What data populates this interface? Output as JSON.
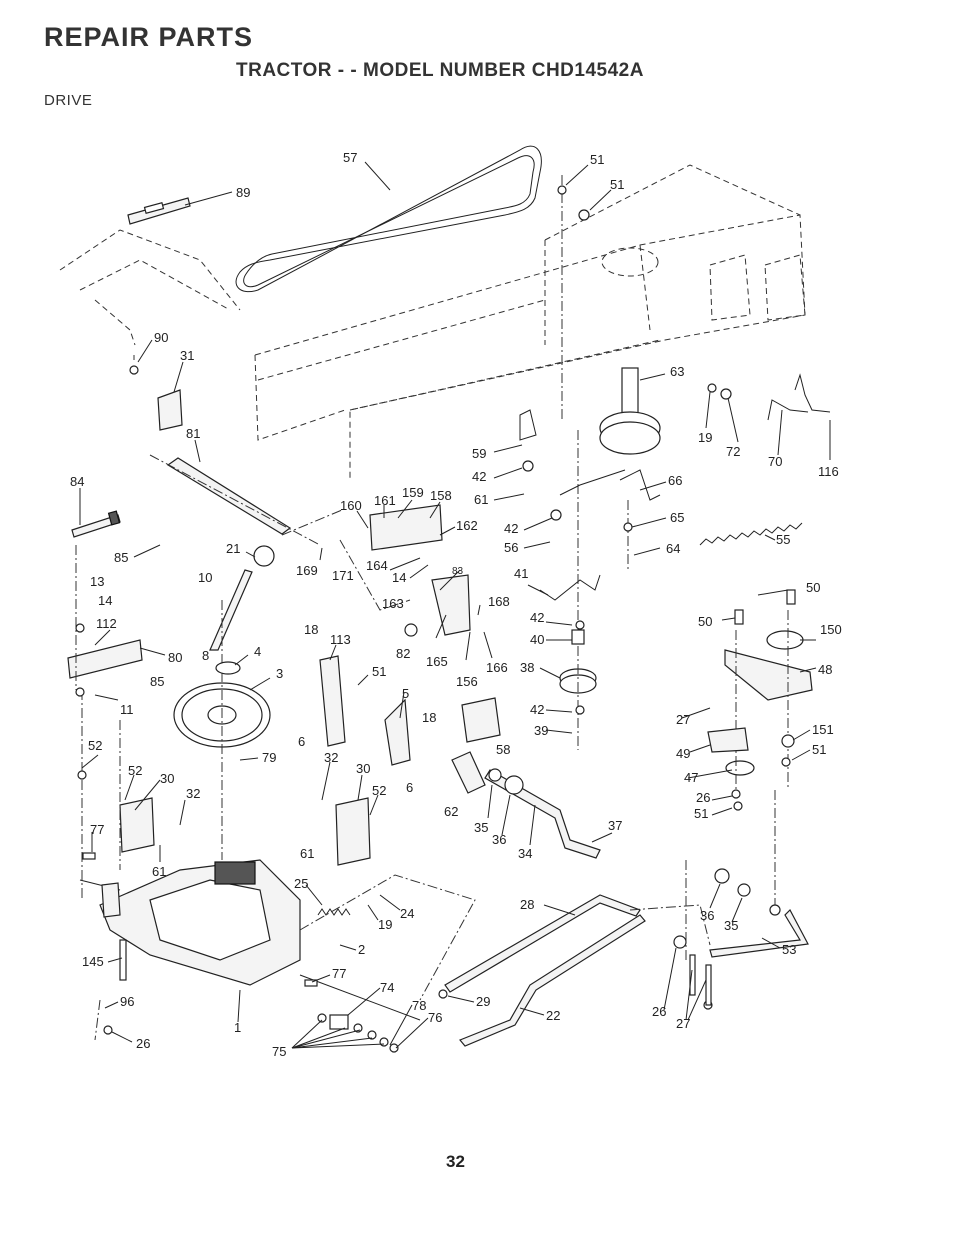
{
  "header": {
    "title": "REPAIR PARTS",
    "subtitle": "TRACTOR - - MODEL NUMBER CHD14542A",
    "section": "DRIVE"
  },
  "page_number": "32",
  "callouts": [
    "89",
    "57",
    "51",
    "51",
    "90",
    "31",
    "63",
    "19",
    "72",
    "70",
    "116",
    "81",
    "59",
    "42",
    "61",
    "66",
    "84",
    "160",
    "161",
    "159",
    "158",
    "162",
    "42",
    "56",
    "65",
    "64",
    "55",
    "85",
    "21",
    "169",
    "171",
    "164",
    "14",
    "83",
    "10",
    "163",
    "168",
    "41",
    "50",
    "13",
    "14",
    "112",
    "18",
    "113",
    "82",
    "165",
    "166",
    "42",
    "40",
    "50",
    "150",
    "80",
    "8",
    "4",
    "3",
    "51",
    "156",
    "48",
    "38",
    "85",
    "11",
    "5",
    "18",
    "42",
    "27",
    "151",
    "51",
    "6",
    "39",
    "49",
    "52",
    "52",
    "30",
    "32",
    "79",
    "32",
    "30",
    "52",
    "6",
    "58",
    "62",
    "35",
    "36",
    "47",
    "26",
    "51",
    "77",
    "61",
    "34",
    "37",
    "61",
    "25",
    "24",
    "19",
    "28",
    "36",
    "35",
    "145",
    "2",
    "77",
    "53",
    "96",
    "74",
    "29",
    "22",
    "26",
    "27",
    "1",
    "78",
    "76",
    "26",
    "75"
  ]
}
